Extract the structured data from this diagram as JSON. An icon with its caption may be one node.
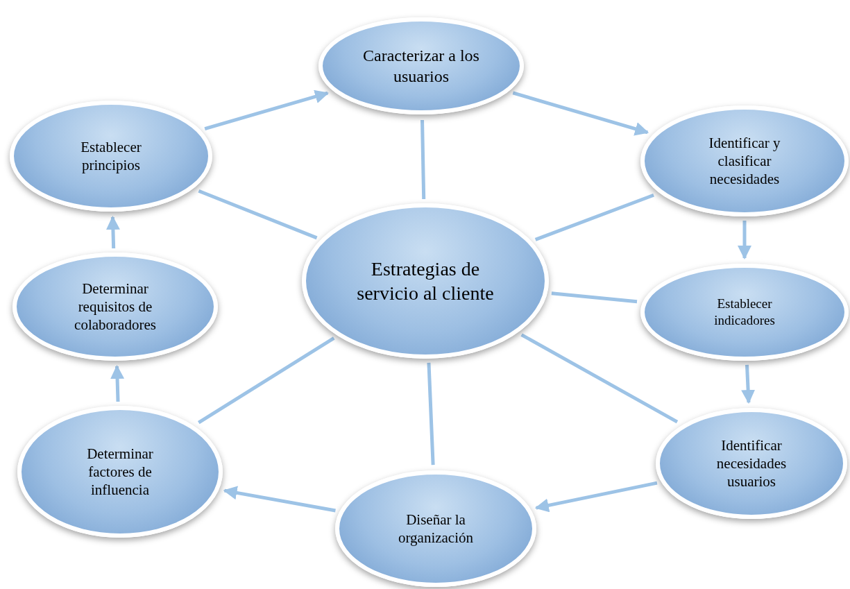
{
  "diagram": {
    "nodes": [
      {
        "text": [
          "Estrategias de servicio al cliente"
        ]
      },
      {
        "text": [
          "Caracterizar a los usuarios"
        ]
      },
      {
        "text": [
          "Identificar y clasificar necesidades"
        ]
      },
      {
        "text": [
          "Establecer indicadores"
        ]
      },
      {
        "text": [
          "Identificar necesidades usuarios"
        ]
      },
      {
        "text": [
          "Diseñar la organización"
        ]
      },
      {
        "text": [
          "Determinar factores de influencia"
        ]
      },
      {
        "text": [
          "Determinar requisitos de colaboradores"
        ]
      },
      {
        "text": [
          "Establecer principios"
        ]
      }
    ],
    "edges": [
      {
        "from": 1,
        "to": 2,
        "arrow": "to"
      },
      {
        "from": 2,
        "to": 3,
        "arrow": "to"
      },
      {
        "from": 3,
        "to": 4,
        "arrow": "to"
      },
      {
        "from": 4,
        "to": 5,
        "arrow": "to"
      },
      {
        "from": 5,
        "to": 6,
        "arrow": "to"
      },
      {
        "from": 6,
        "to": 7,
        "arrow": "to"
      },
      {
        "from": 7,
        "to": 8,
        "arrow": "to"
      },
      {
        "from": 8,
        "to": 1,
        "arrow": "to"
      },
      {
        "from": 0,
        "to": 1,
        "arrow": "none"
      },
      {
        "from": 0,
        "to": 2,
        "arrow": "none"
      },
      {
        "from": 0,
        "to": 3,
        "arrow": "none"
      },
      {
        "from": 0,
        "to": 4,
        "arrow": "none"
      },
      {
        "from": 0,
        "to": 5,
        "arrow": "none"
      },
      {
        "from": 0,
        "to": 6,
        "arrow": "none"
      },
      {
        "from": 0,
        "to": 8,
        "arrow": "none"
      }
    ]
  }
}
